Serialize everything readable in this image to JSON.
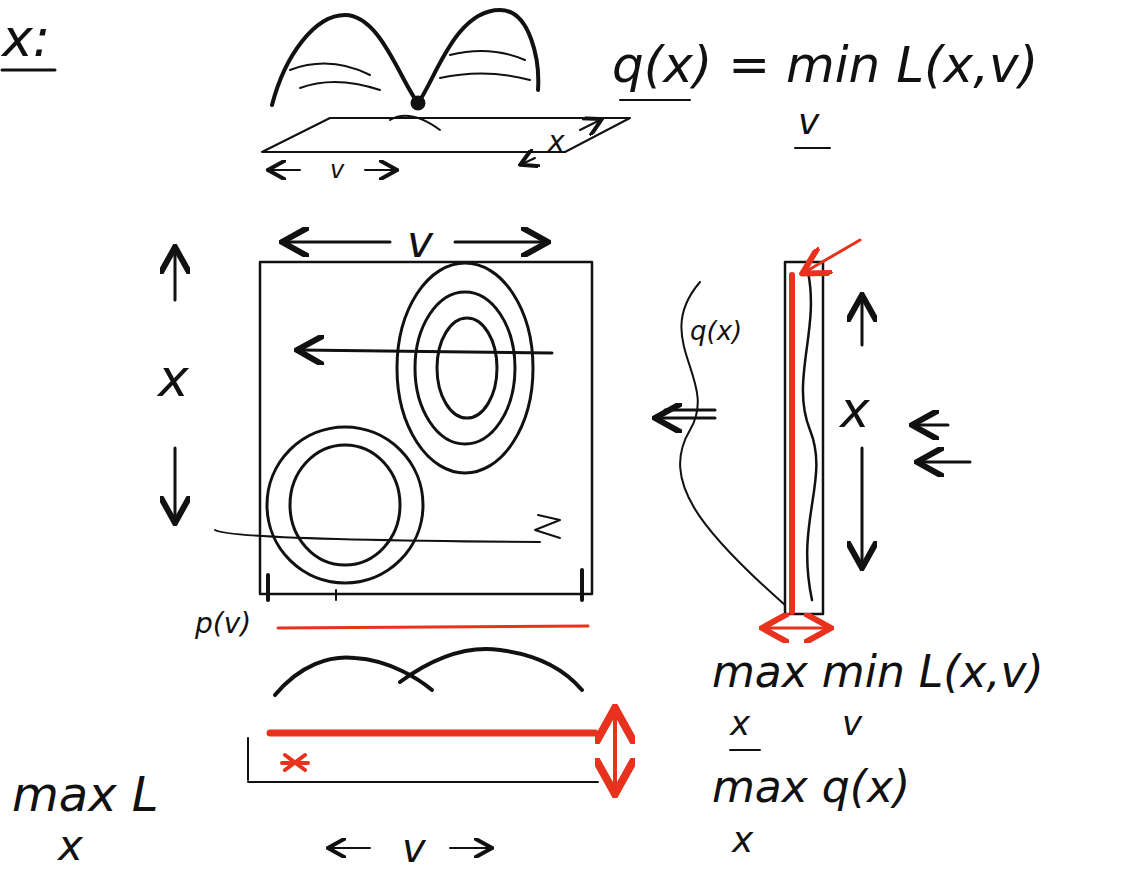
{
  "diagram": {
    "labels": [
      "x:",
      "v",
      "x",
      "v",
      "x",
      "q(x)",
      "x",
      "p(v)",
      "v",
      "q(x) = min L(x,v)",
      "v",
      "max min L(x,v)",
      "x",
      "v",
      "max q(x)",
      "x",
      "max L",
      "x"
    ]
  }
}
